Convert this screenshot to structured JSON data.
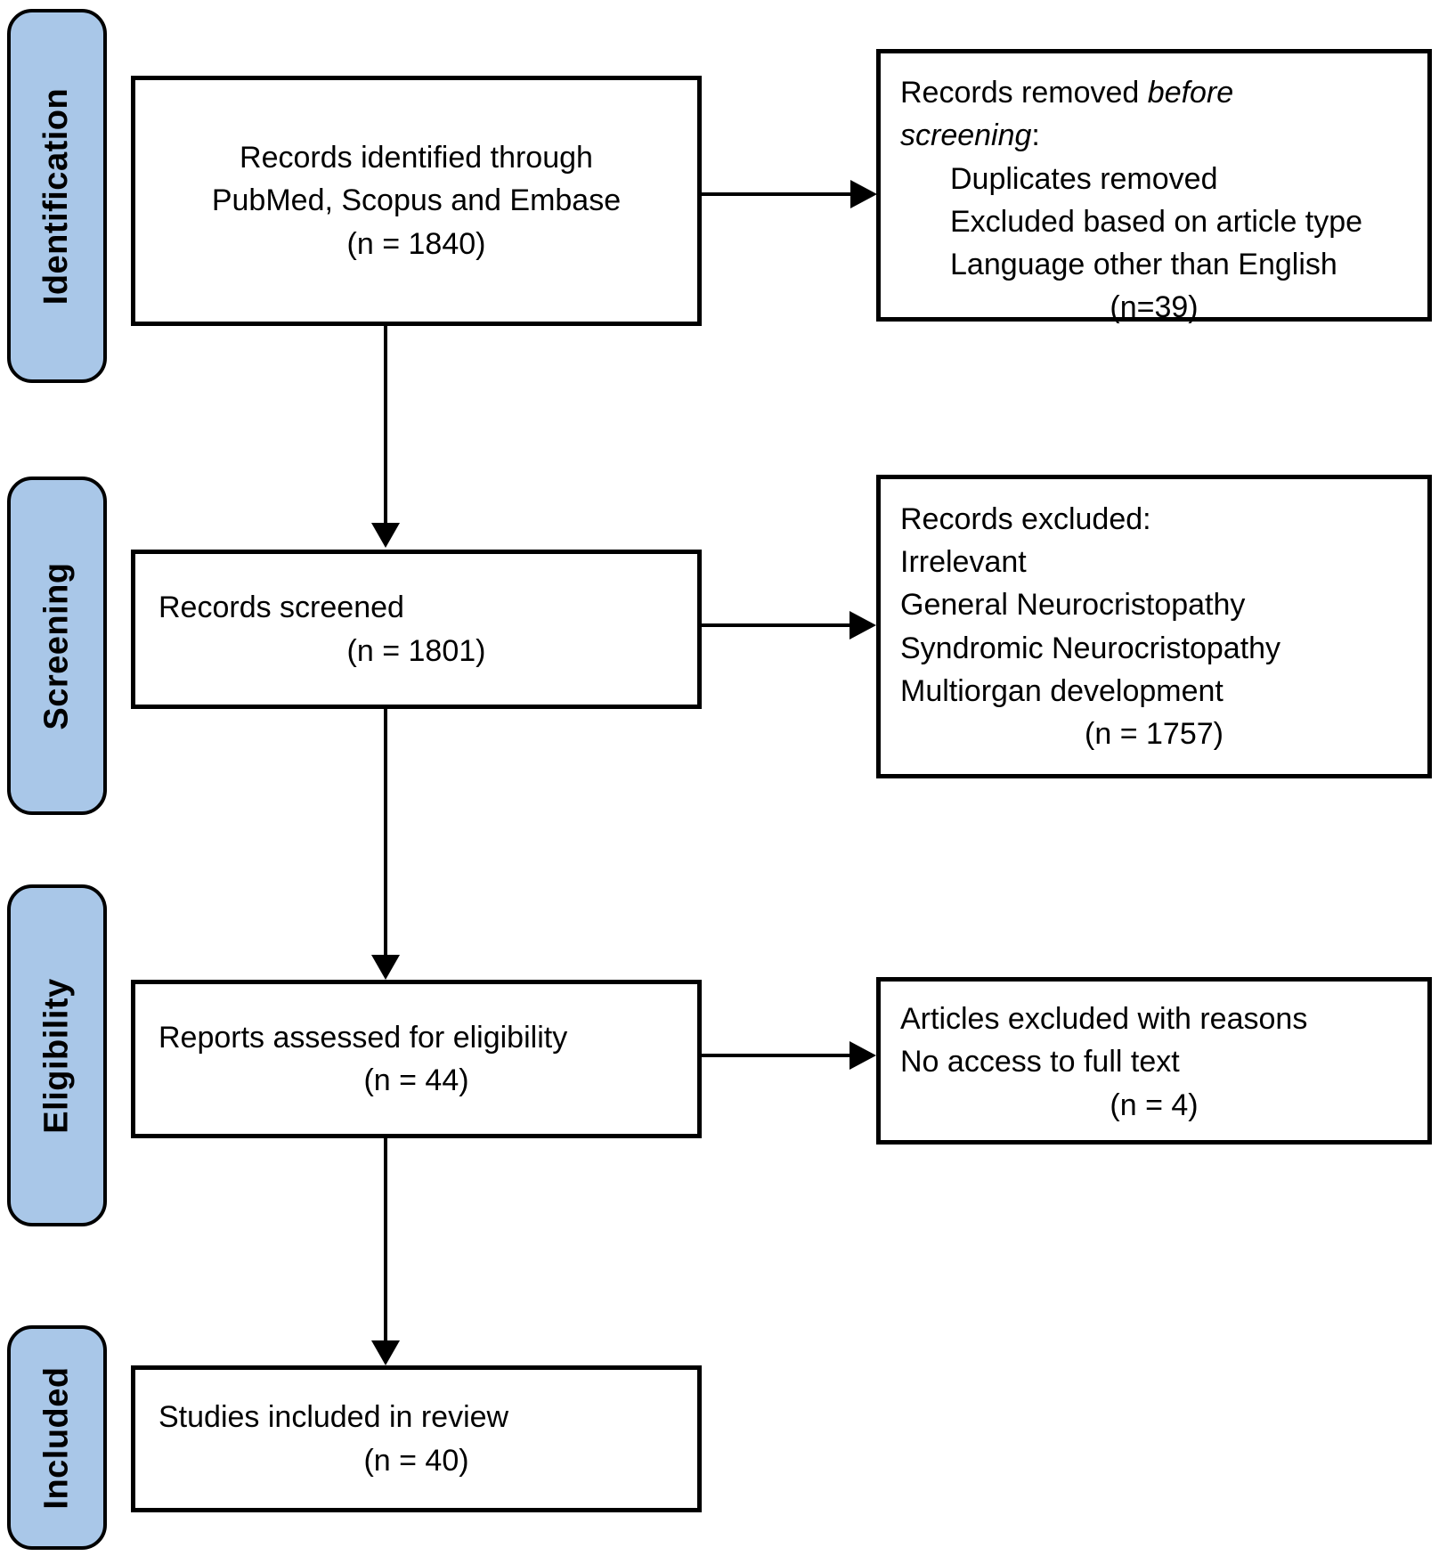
{
  "stages": {
    "identification": "Identification",
    "screening": "Screening",
    "eligibility": "Eligibility",
    "included": "Included"
  },
  "flow": {
    "identified": {
      "line1": "Records identified through",
      "line2": "PubMed, Scopus and Embase",
      "count": "(n = 1840)"
    },
    "screened": {
      "line1": "Records screened",
      "count": "(n = 1801)"
    },
    "assessed": {
      "line1": "Reports assessed for eligibility",
      "count": "(n = 44)"
    },
    "included": {
      "line1": "Studies included in review",
      "count": "(n = 40)"
    }
  },
  "exclusions": {
    "removed_before_screening": {
      "title_normal": "Records removed ",
      "title_italic_1": "before",
      "title_italic_2": "screening",
      "title_suffix": ":",
      "items": [
        "Duplicates removed",
        "Excluded based on article type",
        "Language other than English"
      ],
      "count": "(n=39)"
    },
    "records_excluded": {
      "title": "Records excluded:",
      "items": [
        "Irrelevant",
        "General Neurocristopathy",
        "Syndromic Neurocristopathy",
        "Multiorgan development"
      ],
      "count": "(n = 1757)"
    },
    "articles_excluded": {
      "line1": "Articles excluded with reasons",
      "line2": "No access to full text",
      "count": "(n = 4)"
    }
  },
  "colors": {
    "stage_fill": "#a9c7e8",
    "line": "#000000",
    "background": "#ffffff"
  }
}
